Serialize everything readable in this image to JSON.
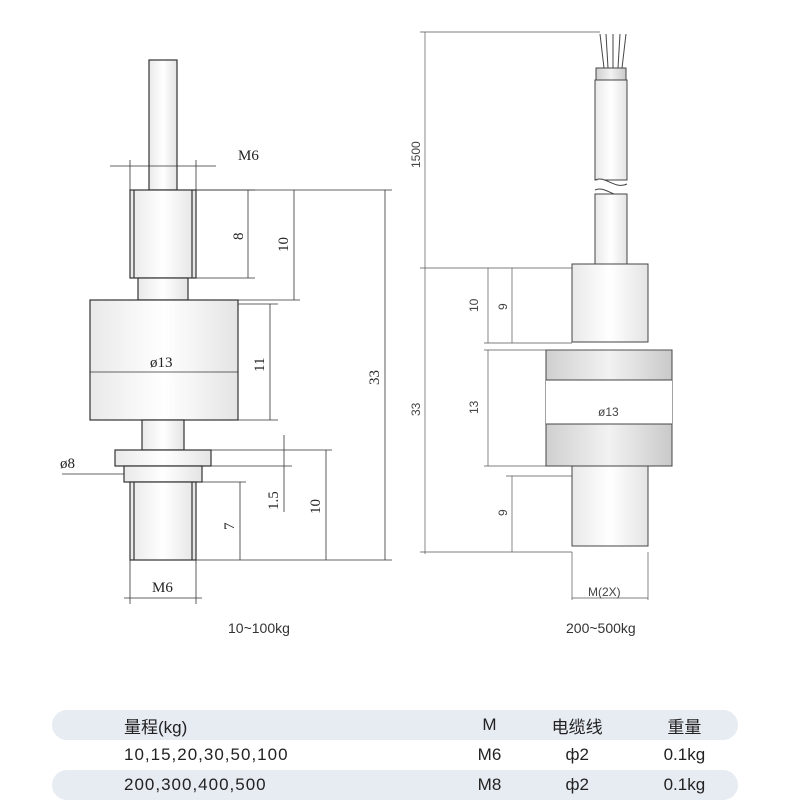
{
  "left_drawing": {
    "caption": "10~100kg",
    "labels": {
      "thread_top": "M6",
      "thread_bottom": "M6",
      "dim_8": "8",
      "dim_10_top": "10",
      "dim_diameter_13": "ø13",
      "dim_11": "11",
      "dim_33": "33",
      "dim_diameter_8": "ø8",
      "dim_1_5": "1.5",
      "dim_10_bottom": "10",
      "dim_7": "7"
    }
  },
  "right_drawing": {
    "caption": "200~500kg",
    "labels": {
      "dim_1500": "1500",
      "dim_10": "10",
      "dim_9_top": "9",
      "dim_33": "33",
      "dim_13": "13",
      "dim_9_bottom": "9",
      "dim_diameter_13": "ø13",
      "thread": "M(2X)"
    }
  },
  "spec_table": {
    "headers": [
      "量程(kg)",
      "M",
      "电缆线",
      "重量"
    ],
    "rows": [
      [
        "10,15,20,30,50,100",
        "M6",
        "ф2",
        "0.1kg"
      ],
      [
        "200,300,400,500",
        "M8",
        "ф2",
        "0.1kg"
      ]
    ]
  }
}
